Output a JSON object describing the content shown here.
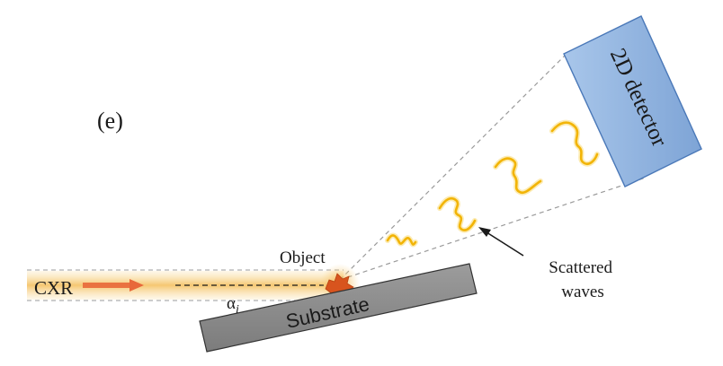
{
  "panel_label": "(e)",
  "detector_label": "2D detector",
  "object_label": "Object",
  "beam_label": "CXR",
  "angle_label": {
    "symbol": "α",
    "subscript": "i"
  },
  "substrate_label": "Substrate",
  "scattered_label": {
    "line1": "Scattered",
    "line2": "waves"
  },
  "icons": [
    "beam-arrow-icon",
    "object-blob-icon",
    "pointer-arrow-icon",
    "wave-squiggle-icon"
  ],
  "colors": {
    "beam_glow": "#f6d48a",
    "beam_arrow": "#e8683a",
    "object": "#d8541e",
    "wave": "#f2b406",
    "wave_halo": "#fbe6a0",
    "detector_fill": "#8eb2de",
    "detector_stroke": "#4a78b8",
    "substrate_fill": "#8a8a8a",
    "substrate_stroke": "#333333",
    "dashed_lines": "#9a9a9a"
  }
}
